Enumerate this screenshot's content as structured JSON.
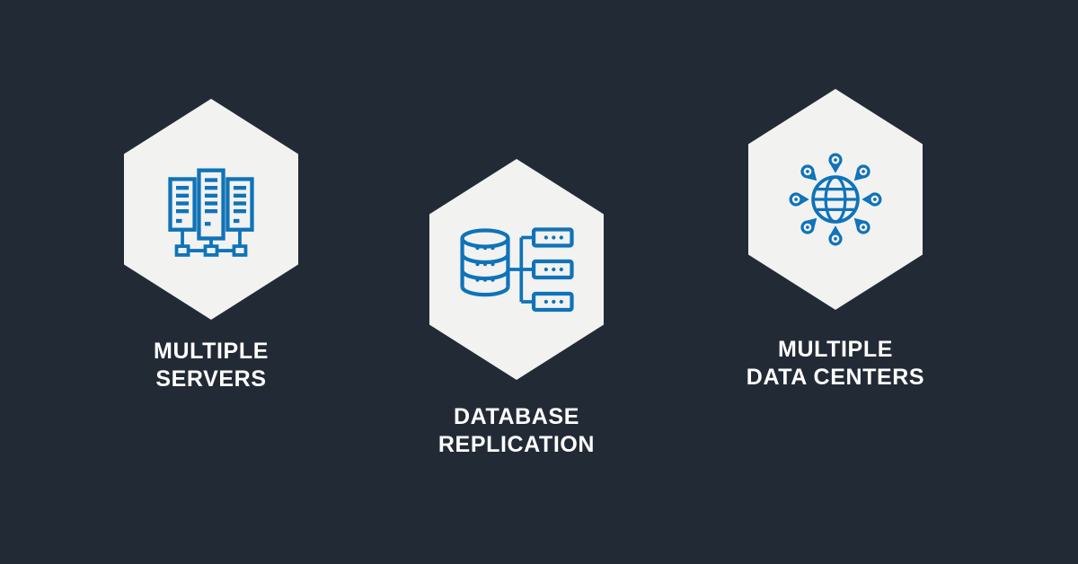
{
  "theme": {
    "background_color": "#222B35",
    "hexagon_color": "#F2F2F1",
    "icon_color": "#0F73B8",
    "label_color": "#FFFFFF"
  },
  "features": [
    {
      "icon": "servers-icon",
      "label": "MULTIPLE\nSERVERS"
    },
    {
      "icon": "database-replication-icon",
      "label": "DATABASE\nREPLICATION"
    },
    {
      "icon": "data-centers-icon",
      "label": "MULTIPLE\nDATA CENTERS"
    }
  ]
}
